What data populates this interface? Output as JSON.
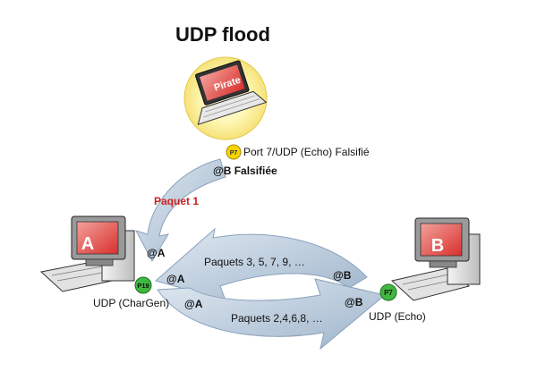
{
  "title": "UDP flood",
  "pirate": {
    "screen_text": "Pirate",
    "port_badge": "P7"
  },
  "spoof": {
    "port_label": "Port 7/UDP (Echo) Falsifié",
    "address_label": "@B Falsifiée"
  },
  "packet1_label": "Paquet 1",
  "host_a": {
    "screen_letter": "A",
    "port_badge": "P19",
    "service_label": "UDP (CharGen)",
    "addr_in": "@A",
    "addr_mid": "@A",
    "addr_low": "@A"
  },
  "host_b": {
    "screen_letter": "B",
    "port_badge": "P7",
    "service_label": "UDP (Echo)",
    "addr_up": "@B",
    "addr_low": "@B"
  },
  "flows": {
    "odd_packets": "Paquets 3, 5, 7, 9, …",
    "even_packets": "Paquets 2,4,6,8, …"
  },
  "colors": {
    "glow": "#fff6a8",
    "arrow_fill": "#b9c9da",
    "arrow_edge": "#8aa2bc",
    "port_green": "#3fb83f",
    "port_yellow": "#f5d400",
    "screen_red": "#d9302c"
  }
}
